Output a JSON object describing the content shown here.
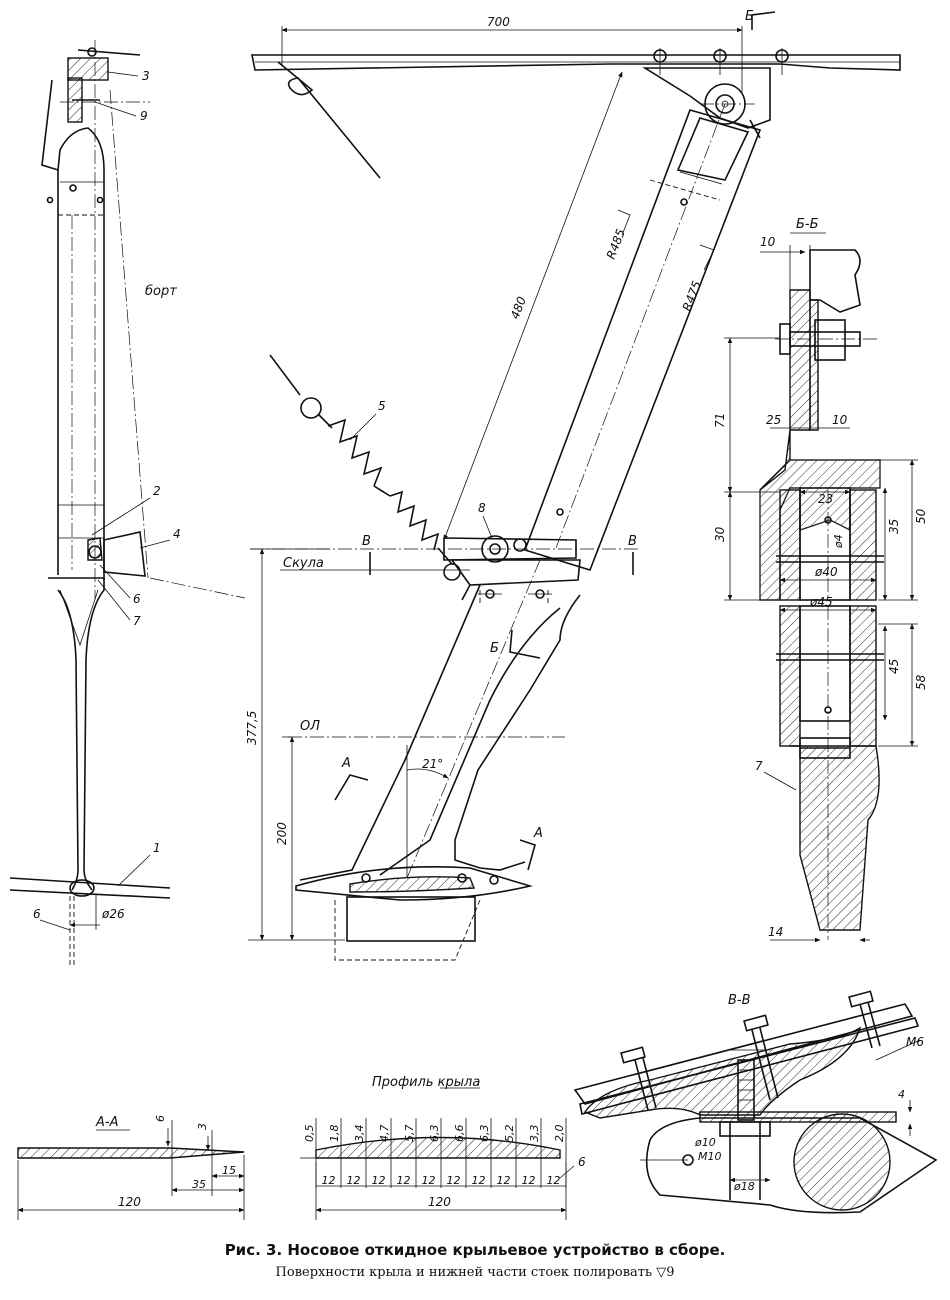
{
  "caption": {
    "title": "Рис. 3. Носовое откидное крыльевое устройство в сборе.",
    "note": "Поверхности крыла и нижней части стоек полировать ▽9"
  },
  "parts": {
    "p1": "1",
    "p2": "2",
    "p3": "3",
    "p4": "4",
    "p5": "5",
    "p6": "6",
    "p6b": "6",
    "p6c": "6",
    "p7": "7",
    "p7b": "7",
    "p8": "8",
    "p9": "9"
  },
  "labels": {
    "bort": "борт",
    "skula": "Скула",
    "ol": "ОЛ",
    "section_bb": "Б-Б",
    "section_vv": "В-В",
    "section_aa": "А-А",
    "profile": "Профиль крыла",
    "cut_b": "Б",
    "cut_b2": "Б",
    "cut_v": "В",
    "cut_v2": "В",
    "cut_a": "А",
    "cut_a2": "А",
    "angle": "21°"
  },
  "dims": {
    "d700": "700",
    "d480": "480",
    "r485": "R485",
    "r475": "R475",
    "d377": "377,5",
    "d200": "200",
    "d26": "ø26",
    "d10": "10",
    "d71": "71",
    "d25": "25",
    "d10b": "10",
    "d23": "23",
    "d4": "ø4",
    "d30": "30",
    "d35": "35",
    "d50": "50",
    "d40": "ø40",
    "d45d": "ø45",
    "d45": "45",
    "d58": "58",
    "d14": "14",
    "m6": "М6",
    "d4v": "4",
    "d10v": "ø10",
    "m10": "М10",
    "d18": "ø18",
    "aa6": "6",
    "aa3": "3",
    "aa15": "15",
    "aa35": "35",
    "aa120": "120",
    "pr_tot": "120"
  },
  "profile": {
    "thickness": [
      "0,5",
      "1,8",
      "3,4",
      "4,7",
      "5,7",
      "6,3",
      "6,6",
      "6,3",
      "5,2",
      "3,3",
      "2,0"
    ],
    "stations": [
      "12",
      "12",
      "12",
      "12",
      "12",
      "12",
      "12",
      "12",
      "12",
      "12"
    ]
  }
}
